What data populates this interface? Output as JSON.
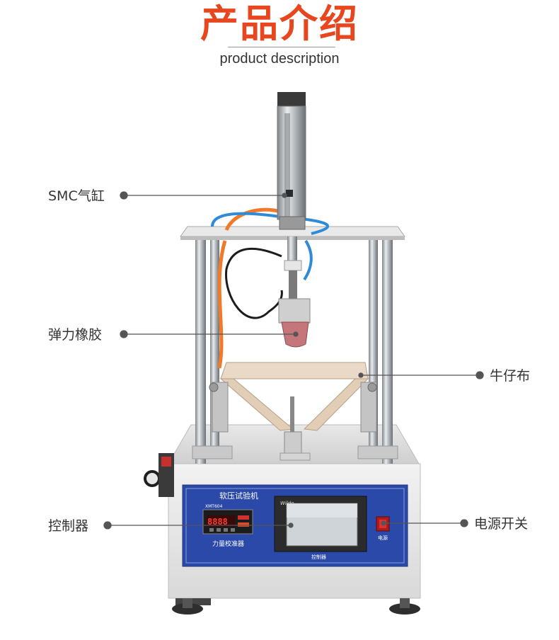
{
  "header": {
    "title": "产品介绍",
    "subtitle": "product description"
  },
  "callouts": {
    "cylinder": "SMC气缸",
    "rubber": "弹力橡胶",
    "denim": "牛仔布",
    "controller": "控制器",
    "power_switch": "电源开关"
  },
  "machine": {
    "panel_title": "软压试验机",
    "meter_brand": "XMT604",
    "meter_reading": "8888",
    "meter_label": "力量校准器",
    "screen_brand": "Wildo",
    "screen_label": "控制器",
    "switch_label": "电源"
  },
  "colors": {
    "accent": "#e8461e",
    "panel_blue": "#2b49a8"
  }
}
